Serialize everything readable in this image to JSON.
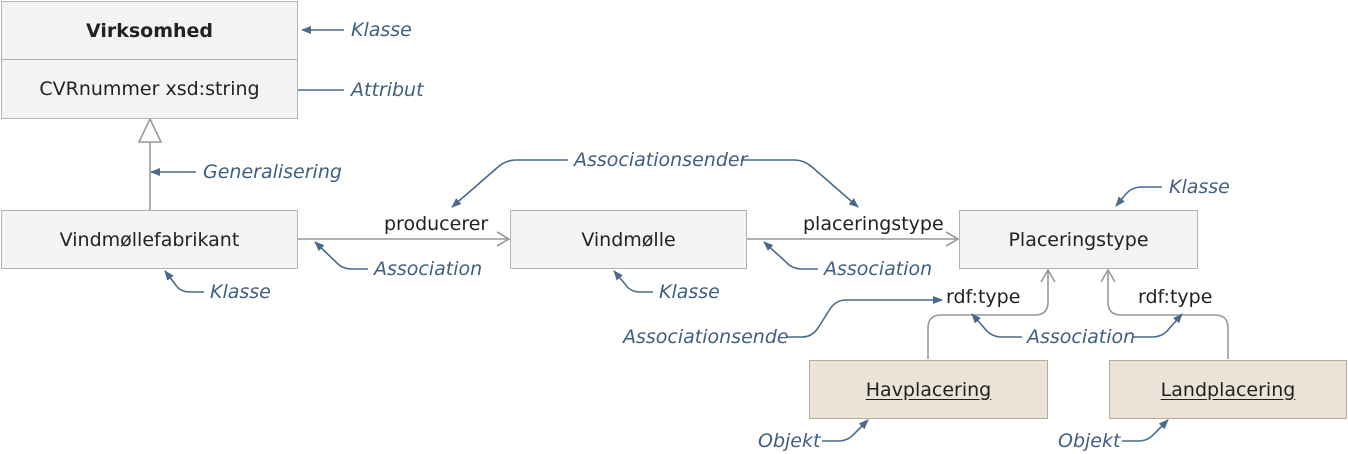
{
  "classes": {
    "virksomhed": "Virksomhed",
    "virksomhed_attr": "CVRnummer xsd:string",
    "vindmoellefabrikant": "Vindmøllefabrikant",
    "vindmoelle": "Vindmølle",
    "placeringstype": "Placeringstype"
  },
  "objects": {
    "havplacering": "Havplacering",
    "landplacering": "Landplacering"
  },
  "edge_labels": {
    "producerer": "producerer",
    "placeringstype": "placeringstype",
    "rdf_type_1": "rdf:type",
    "rdf_type_2": "rdf:type"
  },
  "annotations": {
    "klasse_virksomhed": "Klasse",
    "attribut": "Attribut",
    "generalisering": "Generalisering",
    "associationsender": "Associationsender",
    "klasse_placeringstype": "Klasse",
    "association_1": "Association",
    "association_2": "Association",
    "klasse_vindmoellefabrikant": "Klasse",
    "klasse_vindmoelle": "Klasse",
    "associationsende": "Associationsende",
    "association_3": "Association",
    "objekt_1": "Objekt",
    "objekt_2": "Objekt"
  },
  "colors": {
    "class_fill": "#f4f4f4",
    "object_fill": "#ebe3d7",
    "annotation": "#3f5f82",
    "line": "#999999"
  }
}
